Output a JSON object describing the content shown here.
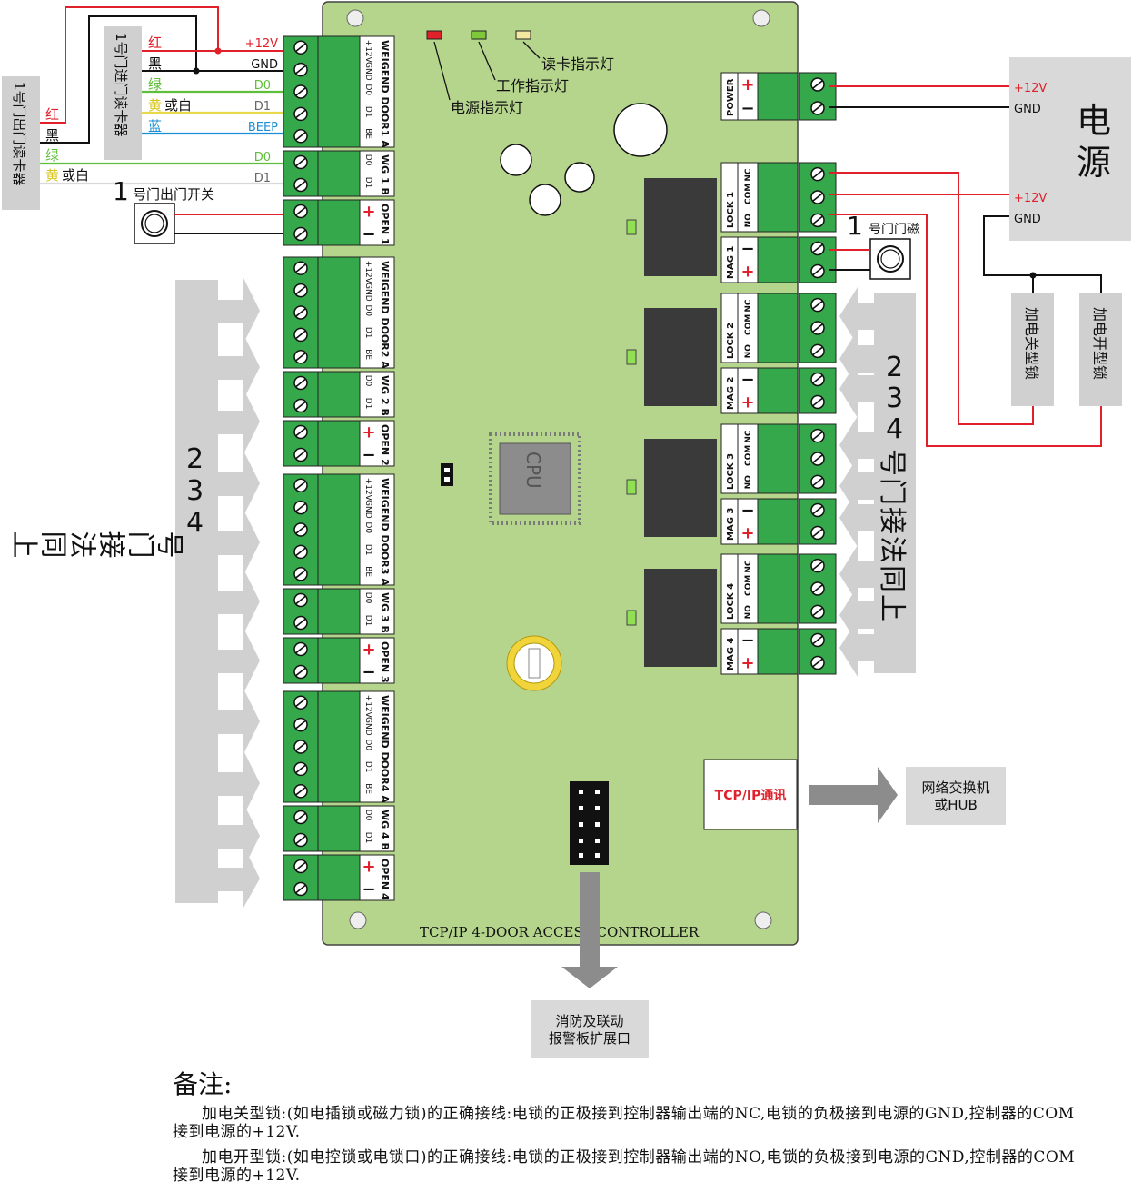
{
  "colors": {
    "board": "#b5d58c",
    "terminal": "#35a84b",
    "red_wire": "#e0202a",
    "black_wire": "#111111",
    "green_wire": "#5fbf3a",
    "yellow_wire": "#e8d84a",
    "blue_wire": "#1b8fd6",
    "gray_box": "#d9d9d9",
    "relay": "#3a3a3a"
  },
  "board": {
    "title": "TCP/IP 4-DOOR ACCESS CONTROLLER",
    "cpu_label": "CPU"
  },
  "leds": [
    {
      "label": "电源指示灯",
      "color": "#e0202a"
    },
    {
      "label": "工作指示灯",
      "color": "#7ec83a"
    },
    {
      "label": "读卡指示灯",
      "color": "#f2e8a0"
    }
  ],
  "left": {
    "exit_reader_label": "1号门出门读卡器",
    "entry_reader_label": "1号门进门读卡器",
    "exit_button_num": "1",
    "exit_button_label": "号门出门开关",
    "same_label_nums": [
      "2",
      "3",
      "4"
    ],
    "same_label_text": "号门接法同上"
  },
  "wires_entry": [
    {
      "name": "红",
      "signal": "+12V"
    },
    {
      "name": "黑",
      "signal": "GND"
    },
    {
      "name": "绿",
      "signal": "D0"
    },
    {
      "name_a": "黄",
      "name_b": "或白",
      "signal": "D1"
    },
    {
      "name": "蓝",
      "signal": "BEEP"
    }
  ],
  "wires_exit": [
    {
      "name": "红"
    },
    {
      "name": "黑"
    },
    {
      "name": "绿",
      "signal": "D0"
    },
    {
      "name_a": "黄",
      "name_b": "或白",
      "signal": "D1"
    }
  ],
  "weigand_pins": [
    "+12V",
    "GND",
    "D0",
    "D1",
    "BE"
  ],
  "wg_pins": [
    "D0",
    "D1"
  ],
  "doors": [
    {
      "wa": "WEIGEND DOOR1 A",
      "wb": "WG 1 B",
      "open": "OPEN 1"
    },
    {
      "wa": "WEIGEND DOOR2 A",
      "wb": "WG 2 B",
      "open": "OPEN 2"
    },
    {
      "wa": "WEIGEND DOOR3 A",
      "wb": "WG 3 B",
      "open": "OPEN 3"
    },
    {
      "wa": "WEIGEND DOOR4 A",
      "wb": "WG 4 B",
      "open": "OPEN 4"
    }
  ],
  "plus_sign": "+",
  "minus_sign": "−",
  "right": {
    "power_label": "POWER",
    "power_supply_label": [
      "电",
      "源"
    ],
    "supply_plus": "+12V",
    "supply_gnd": "GND",
    "lock_pins": [
      "NC",
      "COM",
      "NO"
    ],
    "locks": [
      {
        "lock": "LOCK 1",
        "mag": "MAG 1"
      },
      {
        "lock": "LOCK 2",
        "mag": "MAG 2"
      },
      {
        "lock": "LOCK 3",
        "mag": "MAG 3"
      },
      {
        "lock": "LOCK 4",
        "mag": "MAG 4"
      }
    ],
    "magnet_num": "1",
    "magnet_label": "号门门磁",
    "lock_fail_safe": "加电关型锁",
    "lock_fail_secure": "加电开型锁",
    "same_label_nums": [
      "2",
      "3",
      "4"
    ],
    "same_label_text": "号门接法同上"
  },
  "tcp_label": "TCP/IP通讯",
  "switch_label_1": "网络交换机",
  "switch_label_2": "或HUB",
  "fire_label_1": "消防及联动",
  "fire_label_2": "报警板扩展口",
  "notes": {
    "title": "备注:",
    "p1": "加电关型锁:(如电插锁或磁力锁)的正确接线:电锁的正极接到控制器输出端的NC,电锁的负极接到电源的GND,控制器的COM接到电源的+12V.",
    "p2": "加电开型锁:(如电控锁或电锁口)的正确接线:电锁的正极接到控制器输出端的NO,电锁的负极接到电源的GND,控制器的COM接到电源的+12V."
  }
}
